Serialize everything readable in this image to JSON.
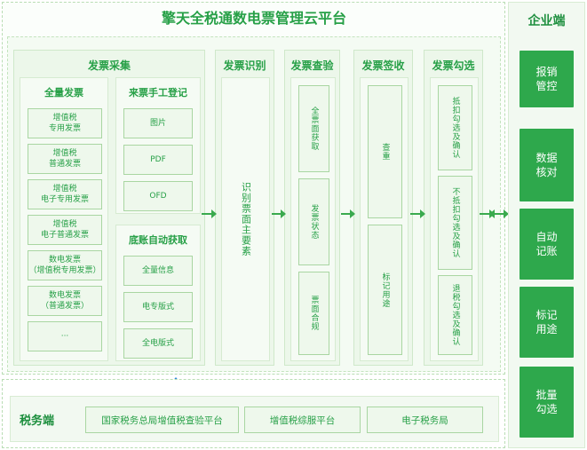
{
  "title": "擎天全税通数电票管理云平台",
  "collection": {
    "title": "发票采集",
    "full": {
      "title": "全量发票",
      "items": [
        "增值税\n专用发票",
        "增值税\n普通发票",
        "增值税\n电子专用发票",
        "增值税\n电子普通发票",
        "数电发票\n（增值税专用发票）",
        "数电发票\n（普通发票）",
        "···"
      ]
    },
    "manual": {
      "title": "来票手工登记",
      "items": [
        "图片",
        "PDF",
        "OFD"
      ]
    },
    "auto": {
      "title": "底账自动获取",
      "items": [
        "全量信息",
        "电专版式",
        "全电版式"
      ]
    }
  },
  "recognize": {
    "title": "发票识别",
    "text": "识别票面主要素"
  },
  "check": {
    "title": "发票查验",
    "items": [
      "全票面获取",
      "发票状态",
      "票面合规"
    ]
  },
  "receive": {
    "title": "发票签收",
    "items": [
      "查重",
      "标记用途"
    ]
  },
  "select": {
    "title": "发票勾选",
    "items": [
      "抵扣勾选及确认",
      "不抵扣勾选及确认",
      "退税勾选及确认"
    ]
  },
  "enterprise": {
    "title": "企业端",
    "items": [
      "报销\n管控",
      "数据\n核对",
      "自动\n记账",
      "标记\n用途",
      "批量\n勾选"
    ]
  },
  "tax": {
    "title": "税务端",
    "items": [
      "国家税务总局增值税查验平台",
      "增值税综服平台",
      "电子税务局"
    ]
  },
  "colors": {
    "accent": "#27a047",
    "enterprise_box": "#2ea84c",
    "up_arrow": "#2d8bd8"
  }
}
